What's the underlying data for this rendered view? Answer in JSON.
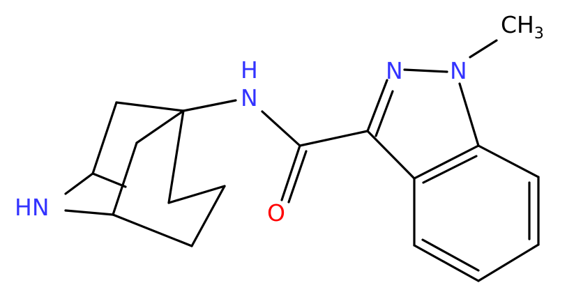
{
  "colors": {
    "carbon_bond": "#000000",
    "nitrogen": "#3333ff",
    "oxygen": "#ff0000",
    "background": "#ffffff"
  },
  "atoms": {
    "nh_amide": "N",
    "nh_amide_h": "H",
    "n_ring_eq": "N",
    "n_methyl": "N",
    "methyl_c": "CH",
    "methyl_sub": "3",
    "oxygen": "O",
    "nh_cage": "HN"
  }
}
